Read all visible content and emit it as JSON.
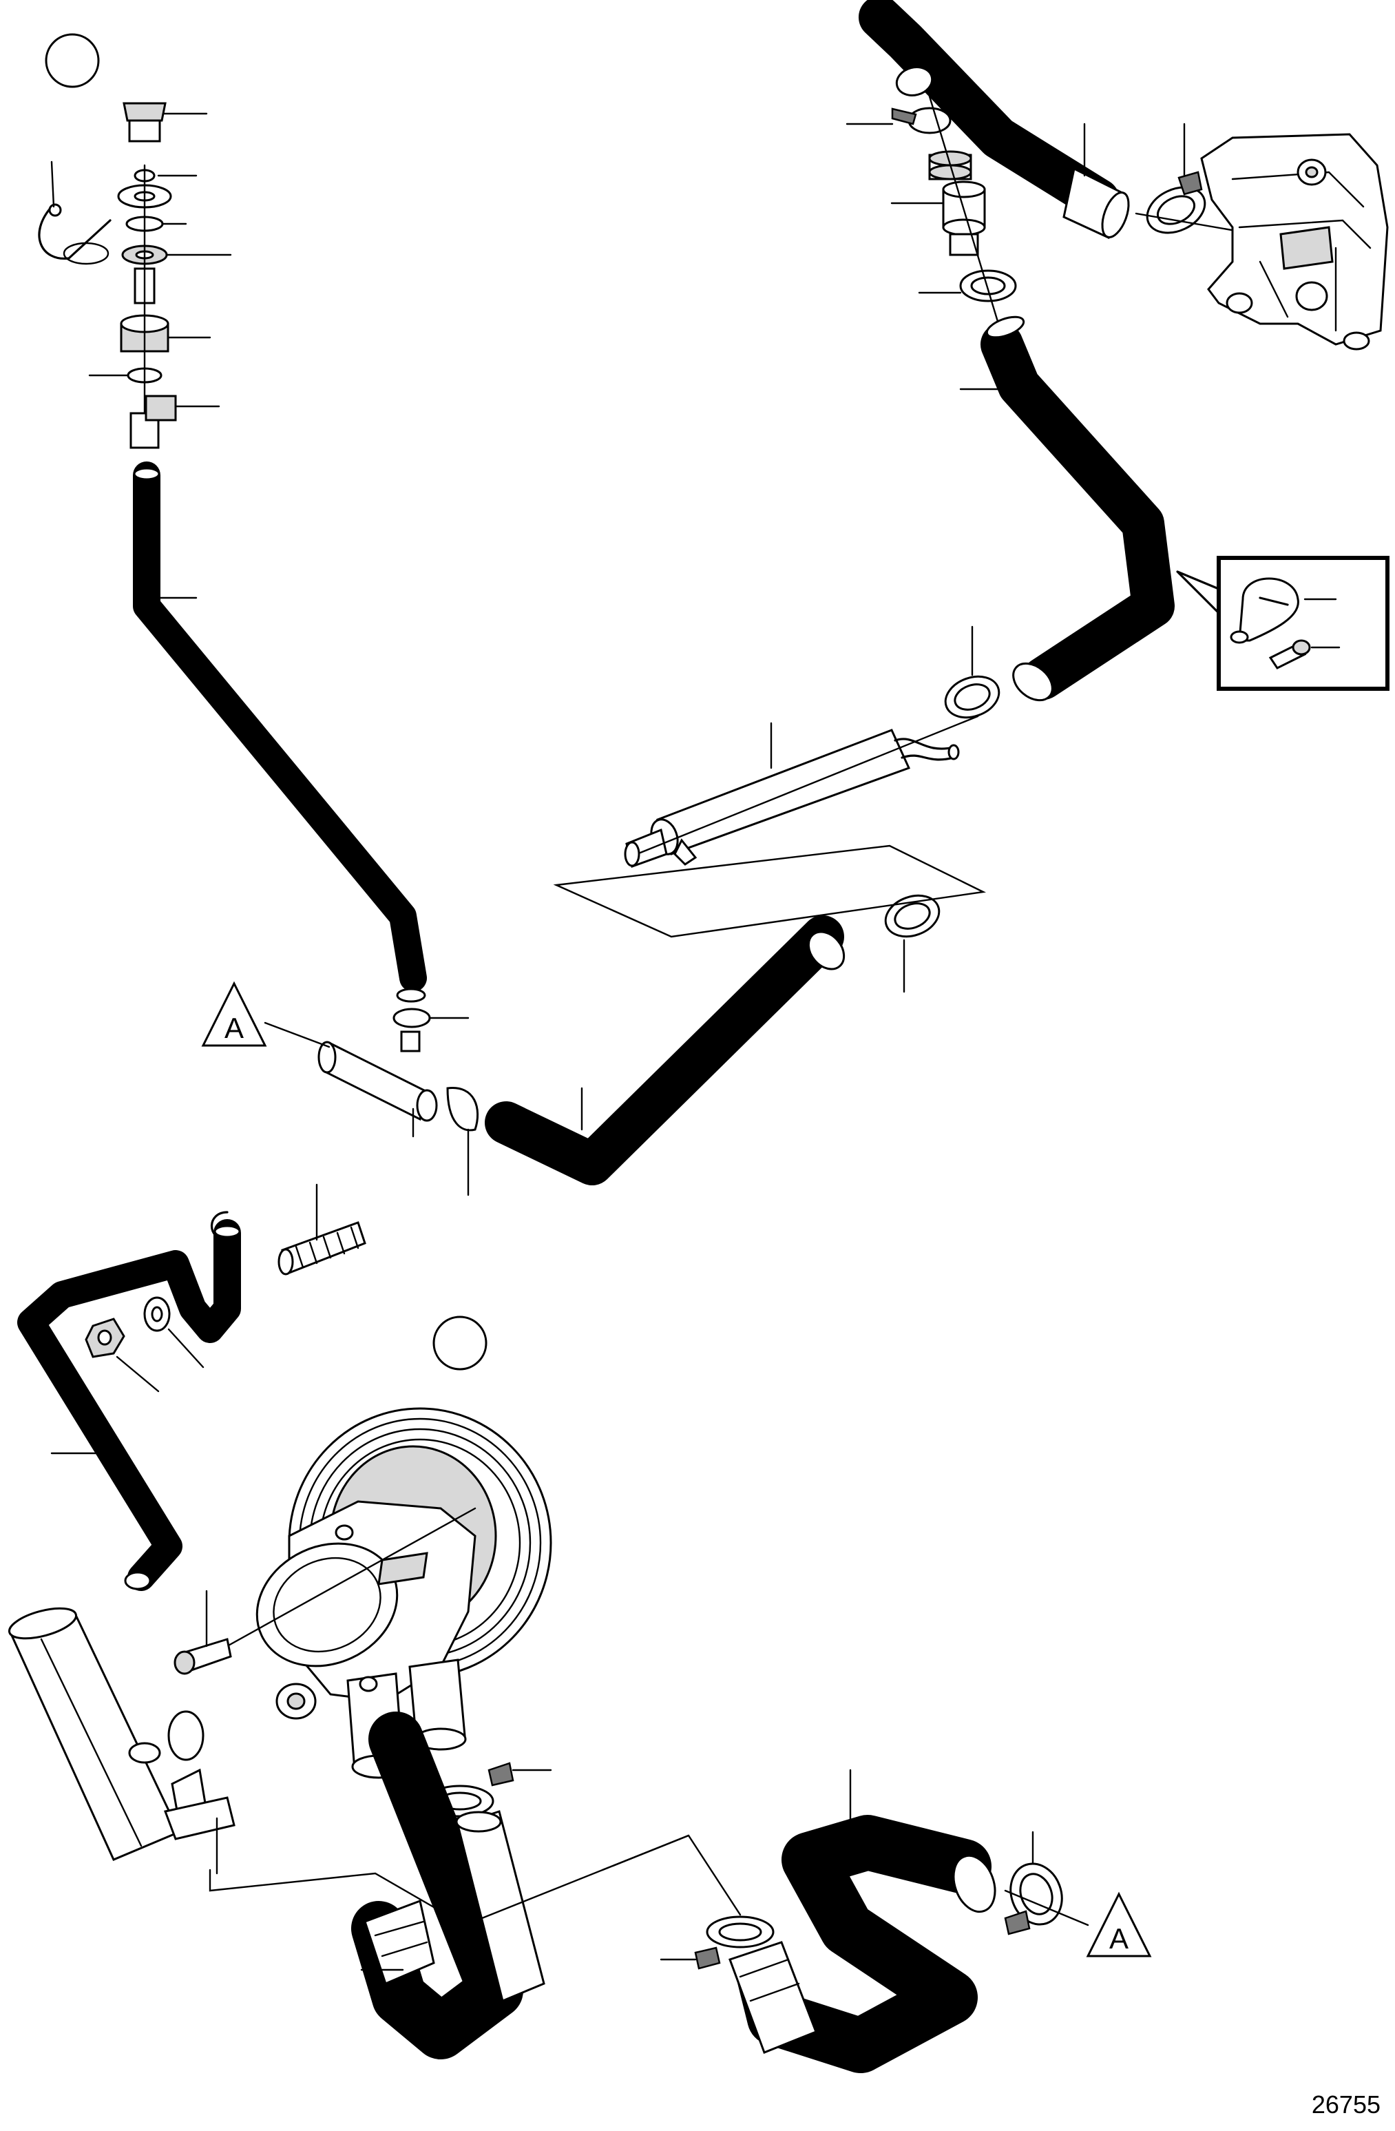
{
  "figure": {
    "reference_number": "26755",
    "markers": [
      {
        "letter": "A"
      },
      {
        "letter": "A"
      }
    ]
  }
}
